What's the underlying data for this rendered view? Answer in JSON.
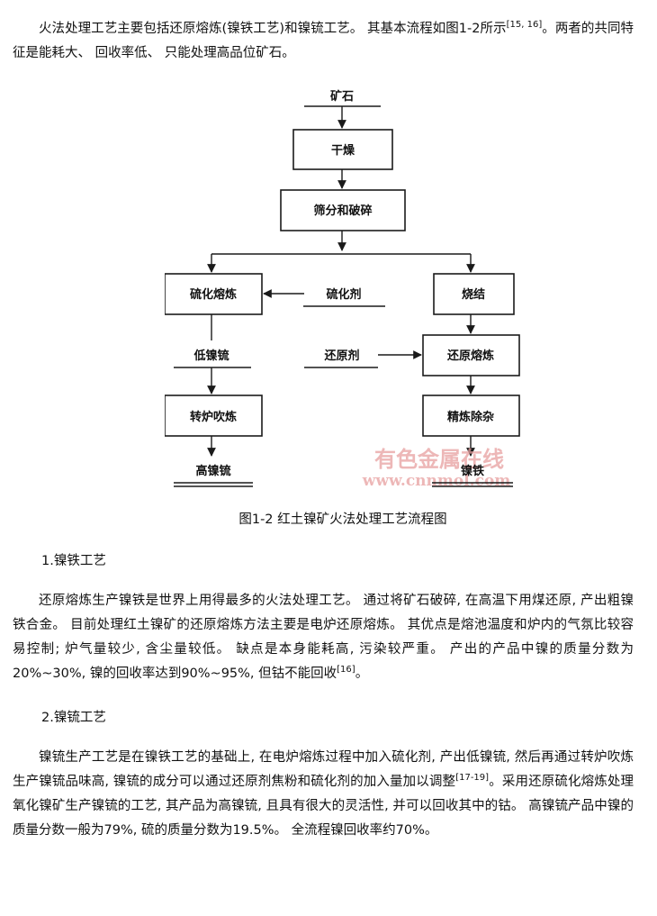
{
  "intro": {
    "text": "火法处理工艺主要包括还原熔炼(镍铁工艺)和镍锍工艺。 其基本流程如图1-2所示",
    "cite": "[15, 16]",
    "text2": "。两者的共同特征是能耗大、 回收率低、 只能处理高品位矿石。"
  },
  "figure": {
    "nodes": {
      "ore": "矿石",
      "dry": "干燥",
      "screen": "筛分和破碎",
      "sulfur_smelt": "硫化熔炼",
      "sulfiding_agent": "硫化剂",
      "sinter": "烧结",
      "low_matte": "低镍锍",
      "reductant": "还原剂",
      "reduce_smelt": "还原熔炼",
      "converter": "转炉吹炼",
      "refine": "精炼除杂",
      "high_matte": "高镍锍",
      "ferronickel": "镍铁"
    },
    "watermark": {
      "name": "有色金属在线",
      "url": "www.cnnmol.com"
    }
  },
  "caption": "图1-2 红土镍矿火法处理工艺流程图",
  "section1": {
    "heading": "1.镍铁工艺",
    "text": "还原熔炼生产镍铁是世界上用得最多的火法处理工艺。 通过将矿石破碎, 在高温下用煤还原, 产出粗镍铁合金。 目前处理红土镍矿的还原熔炼方法主要是电炉还原熔炼。 其优点是熔池温度和炉内的气氛比较容易控制; 炉气量较少, 含尘量较低。 缺点是本身能耗高, 污染较严重。 产出的产品中镍的质量分数为20%~30%, 镍的回收率达到90%~95%, 但钴不能回收",
    "cite": "[16]",
    "end": "。"
  },
  "section2": {
    "heading": "2.镍锍工艺",
    "text": "镍锍生产工艺是在镍铁工艺的基础上, 在电炉熔炼过程中加入硫化剂, 产出低镍锍, 然后再通过转炉吹炼生产镍锍品味高, 镍锍的成分可以通过还原剂焦粉和硫化剂的加入量加以调整",
    "cite": "[17-19]",
    "text2": "。采用还原硫化熔炼处理氧化镍矿生产镍锍的工艺, 其产品为高镍锍, 且具有很大的灵活性, 并可以回收其中的钴。 高镍锍产品中镍的质量分数一般为79%, 硫的质量分数为19.5%。 全流程镍回收率约70%。"
  }
}
